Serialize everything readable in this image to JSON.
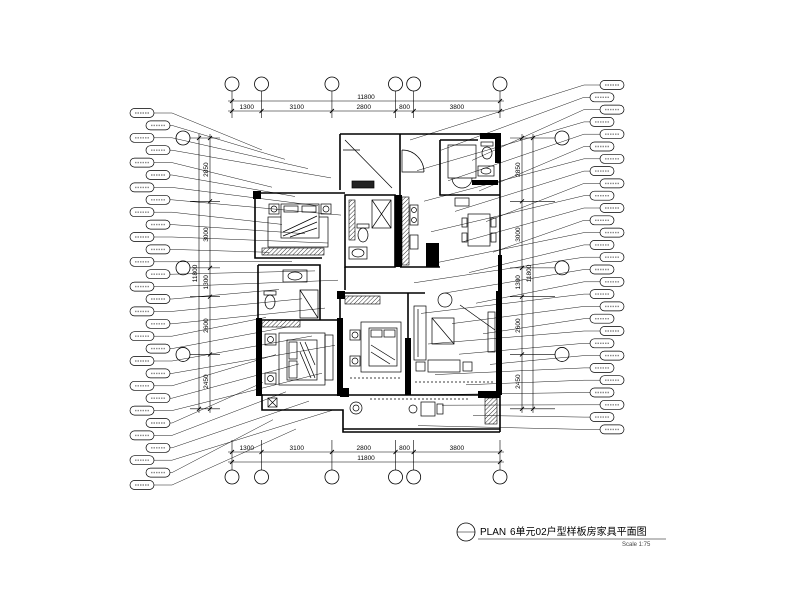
{
  "title": {
    "prefix": "PLAN",
    "text": "6单元02户型样板房家具平面图",
    "scale": "Scale 1:75"
  },
  "dimensions": {
    "horizontal": {
      "segments": [
        1300,
        3100,
        2800,
        800,
        3800
      ],
      "total": 11800
    },
    "vertical": {
      "segments": [
        2850,
        3000,
        1300,
        2600,
        2450
      ],
      "total": 11800
    }
  }
}
